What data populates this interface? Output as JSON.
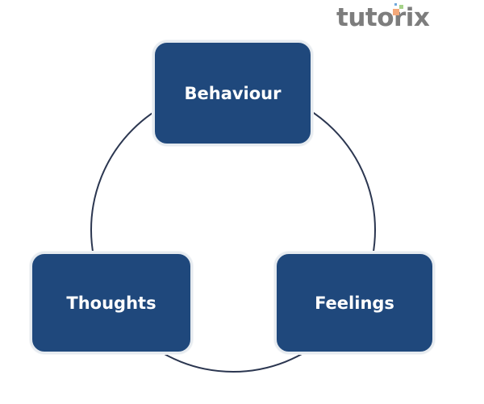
{
  "logo": {
    "text": "tutorix",
    "text_color": "#7d7d7d",
    "dot_colors": [
      "#f4a97b",
      "#a6d38a",
      "#6fa8dc"
    ]
  },
  "diagram": {
    "type": "cycle",
    "connector_color": "#2b3650",
    "node_color": "#1f487c",
    "nodes": [
      {
        "id": "behaviour",
        "label": "Behaviour"
      },
      {
        "id": "feelings",
        "label": "Feelings"
      },
      {
        "id": "thoughts",
        "label": "Thoughts"
      }
    ]
  }
}
